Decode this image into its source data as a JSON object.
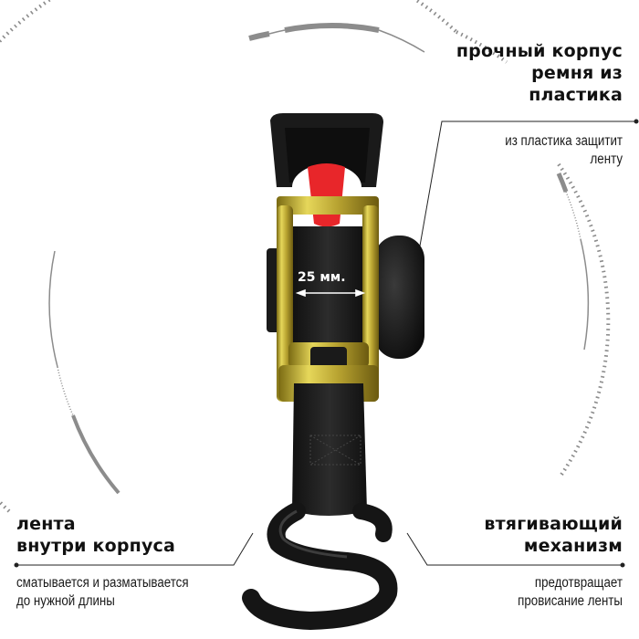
{
  "product": {
    "name": "retractable ratchet strap with S-hook",
    "width_label": "25 мм."
  },
  "callouts": [
    {
      "id": "body",
      "title_lines": [
        "прочный корпус",
        "ремня из",
        "пластика"
      ],
      "description_lines": [
        "из пластика защитит",
        "ленту"
      ],
      "position": "top-right"
    },
    {
      "id": "strap",
      "title_lines": [
        "лента",
        "внутри корпуса"
      ],
      "description_lines": [
        "сматывается и разматывается",
        "до нужной длины"
      ],
      "position": "bottom-left"
    },
    {
      "id": "mechanism",
      "title_lines": [
        "втягивающий",
        "механизм"
      ],
      "description_lines": [
        "предотвращает",
        "провисание ленты"
      ],
      "position": "bottom-right"
    }
  ],
  "colors": {
    "text": "#111111",
    "arc": "#8a8a8a",
    "strap": "#1c1c1c",
    "metal": "#c9b83a",
    "lever": "#e8262a",
    "housing": "#151515"
  }
}
